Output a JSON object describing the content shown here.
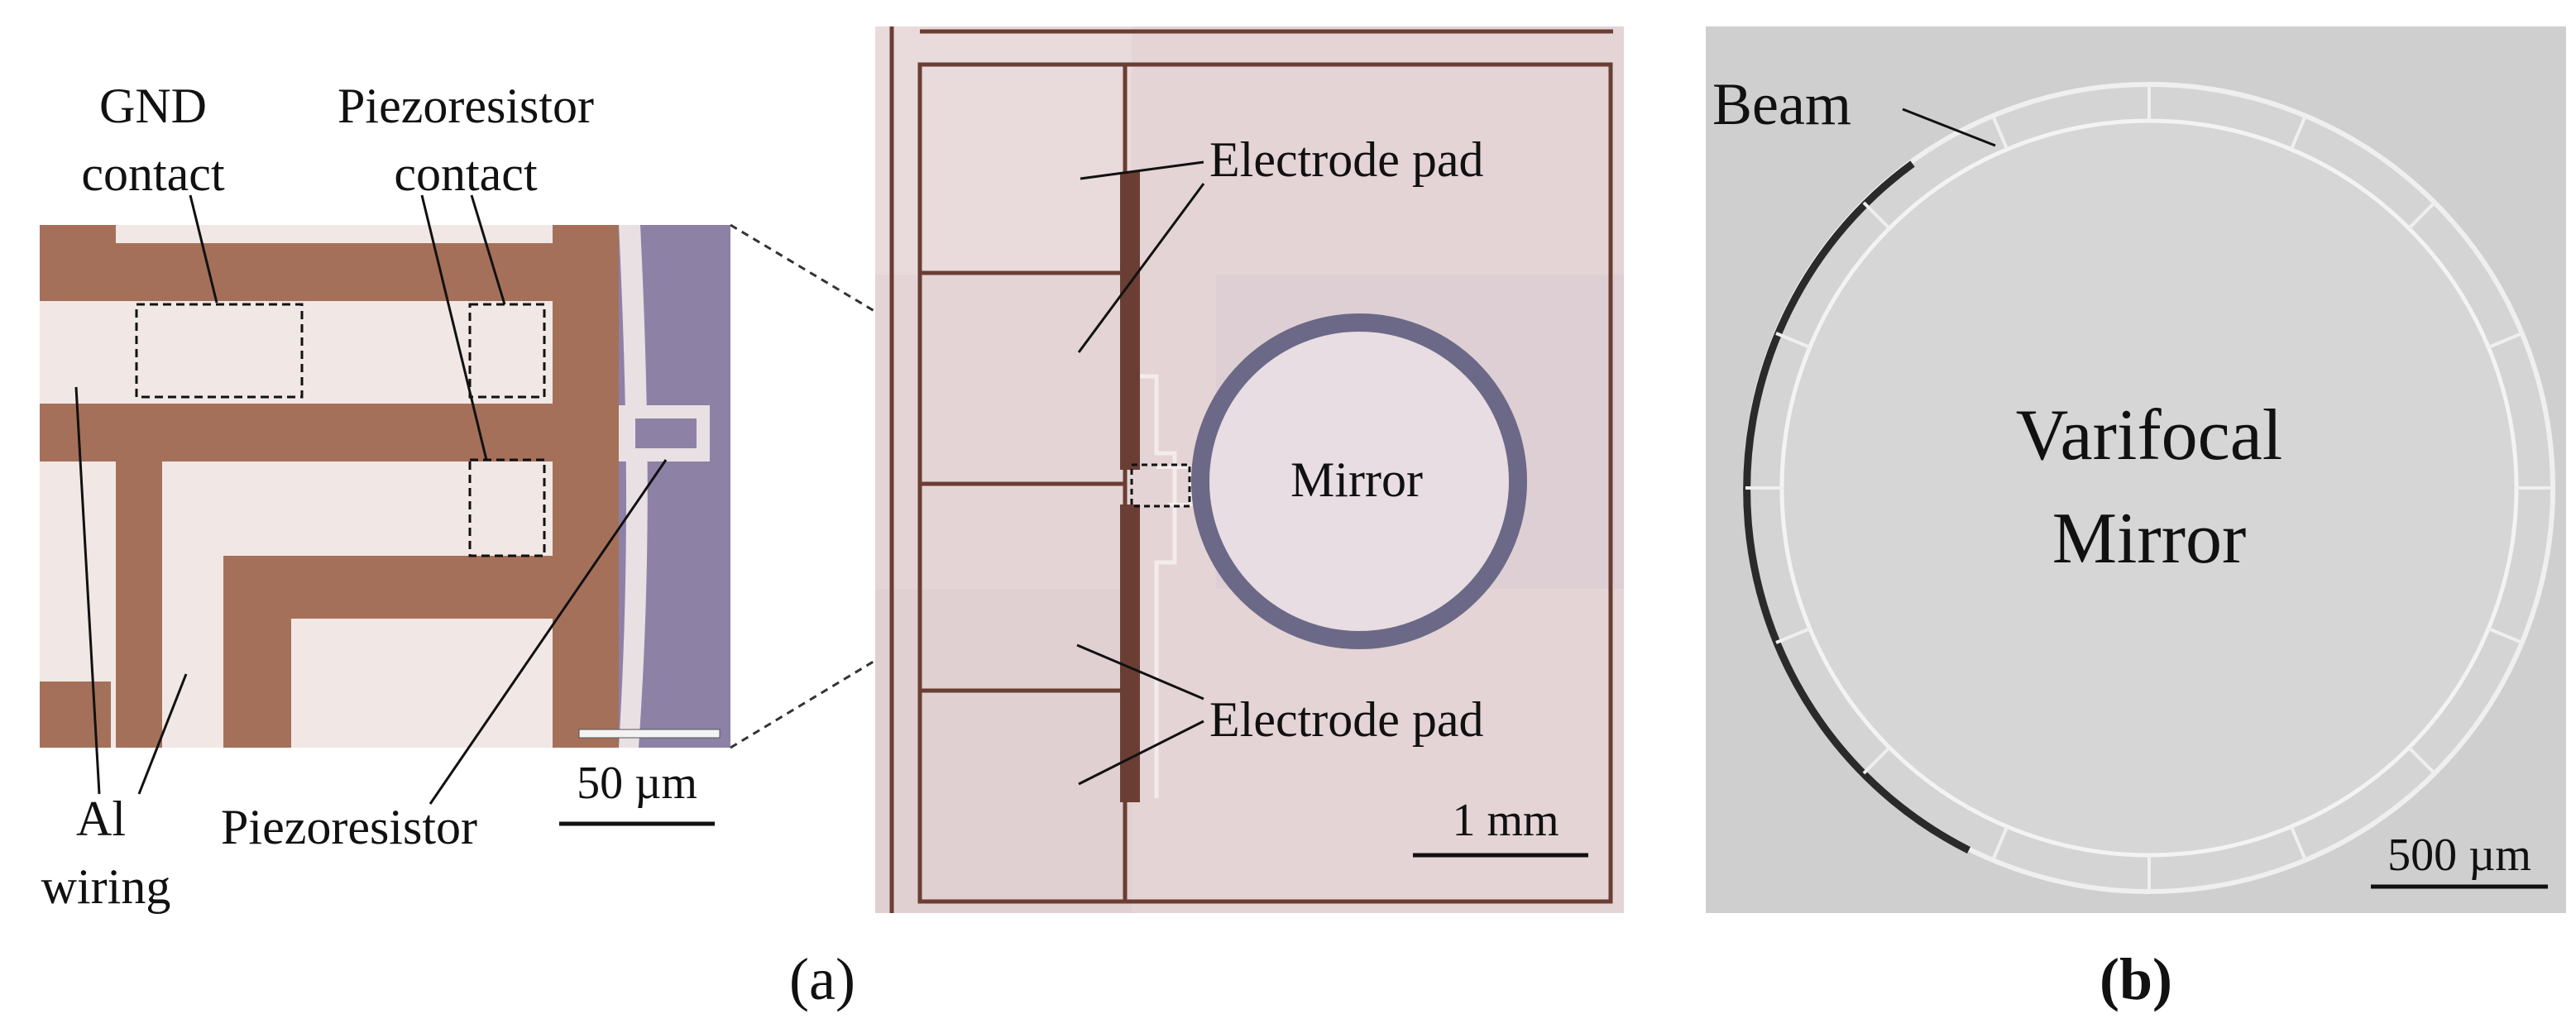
{
  "panel_a": {
    "inset_labels": {
      "gnd_contact_line1": "GND",
      "gnd_contact_line2": "contact",
      "piezo_contact_line1": "Piezoresistor",
      "piezo_contact_line2": "contact",
      "al_wiring_line1": "Al",
      "al_wiring_line2": "wiring",
      "piezoresistor": "Piezoresistor",
      "scale_bar": "50 µm"
    },
    "chip_labels": {
      "electrode_pad_top": "Electrode pad",
      "electrode_pad_bottom": "Electrode pad",
      "mirror": "Mirror",
      "scale_bar": "1 mm"
    },
    "caption": "(a)"
  },
  "panel_b": {
    "labels": {
      "beam": "Beam",
      "mirror_line1": "Varifocal",
      "mirror_line2": "Mirror",
      "scale_bar": "500 µm"
    },
    "caption": "(b)"
  },
  "colors": {
    "inset_metal": "#f1e8e6",
    "inset_trace": "#a5705a",
    "inset_purple": "#8d81a6",
    "chip_bg": "#e4d4d5",
    "chip_lines": "#6a3e34",
    "mirror_ring": "#6b6987",
    "photo_bg": "#cfcfcf"
  }
}
